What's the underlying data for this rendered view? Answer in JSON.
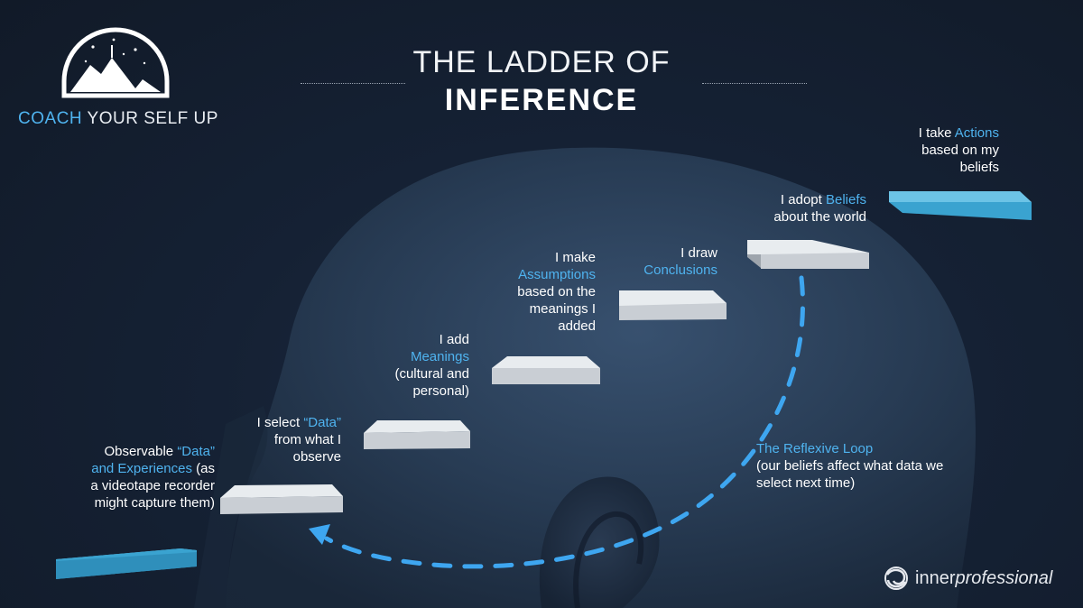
{
  "title": {
    "line1": "THE LADDER OF",
    "line2": "INFERENCE"
  },
  "brand": {
    "part1": "COACH",
    "part2": " YOUR SELF UP"
  },
  "footer_logo": {
    "part1": "inner",
    "part2": "professional"
  },
  "colors": {
    "accent": "#4fb3ef",
    "background": "#131c2b",
    "step_light": "#d6dbe0",
    "step_blue": "#3aa3d0"
  },
  "steps": [
    {
      "lines": [
        [
          [
            "Observable ",
            ""
          ],
          [
            "“Data”",
            "blue"
          ]
        ],
        [
          [
            "and Experiences",
            "blue"
          ],
          [
            " (as",
            ""
          ]
        ],
        [
          [
            "a videotape recorder",
            ""
          ]
        ],
        [
          [
            "might capture them)",
            ""
          ]
        ]
      ]
    },
    {
      "lines": [
        [
          [
            "I select ",
            ""
          ],
          [
            "“Data”",
            "blue"
          ]
        ],
        [
          [
            "from what I",
            ""
          ]
        ],
        [
          [
            "observe",
            ""
          ]
        ]
      ]
    },
    {
      "lines": [
        [
          [
            "I add",
            ""
          ]
        ],
        [
          [
            "Meanings",
            "blue"
          ]
        ],
        [
          [
            "(cultural and",
            ""
          ]
        ],
        [
          [
            "personal)",
            ""
          ]
        ]
      ]
    },
    {
      "lines": [
        [
          [
            "I make",
            ""
          ]
        ],
        [
          [
            "Assumptions",
            "blue"
          ]
        ],
        [
          [
            "based on the",
            ""
          ]
        ],
        [
          [
            "meanings I",
            ""
          ]
        ],
        [
          [
            "added",
            ""
          ]
        ]
      ]
    },
    {
      "lines": [
        [
          [
            "I draw",
            ""
          ]
        ],
        [
          [
            "Conclusions",
            "blue"
          ]
        ]
      ]
    },
    {
      "lines": [
        [
          [
            "I adopt ",
            ""
          ],
          [
            "Beliefs",
            "blue"
          ]
        ],
        [
          [
            "about the world",
            ""
          ]
        ]
      ]
    },
    {
      "lines": [
        [
          [
            "I take ",
            ""
          ],
          [
            "Actions",
            "blue"
          ]
        ],
        [
          [
            "based on my",
            ""
          ]
        ],
        [
          [
            "beliefs",
            ""
          ]
        ]
      ]
    }
  ],
  "loop": {
    "title": "The Reflexive Loop",
    "line2": "(our beliefs affect what data we",
    "line3": "select next time)"
  },
  "icons": {
    "logo": "mountain-dome-logo",
    "footer": "spiral-logo-icon",
    "arrow": "arrowhead-icon"
  }
}
